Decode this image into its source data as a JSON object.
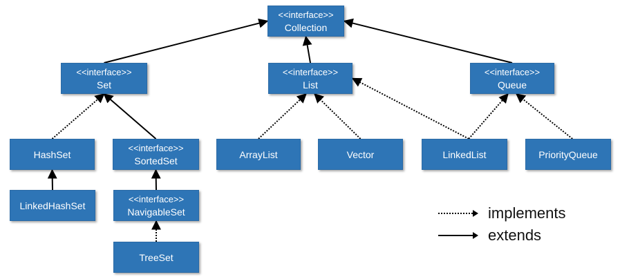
{
  "nodes": {
    "collection": {
      "stereotype": "<<interface>>",
      "name": "Collection"
    },
    "set": {
      "stereotype": "<<interface>>",
      "name": "Set"
    },
    "list": {
      "stereotype": "<<interface>>",
      "name": "List"
    },
    "queue": {
      "stereotype": "<<interface>>",
      "name": "Queue"
    },
    "hashset": {
      "name": "HashSet"
    },
    "sortedset": {
      "stereotype": "<<interface>>",
      "name": "SortedSet"
    },
    "arraylist": {
      "name": "ArrayList"
    },
    "vector": {
      "name": "Vector"
    },
    "linkedlist": {
      "name": "LinkedList"
    },
    "priorityqueue": {
      "name": "PriorityQueue"
    },
    "linkedhashset": {
      "name": "LinkedHashSet"
    },
    "navigableset": {
      "stereotype": "<<interface>>",
      "name": "NavigableSet"
    },
    "treeset": {
      "name": "TreeSet"
    }
  },
  "edges": [
    {
      "from": "set",
      "to": "collection",
      "kind": "extends"
    },
    {
      "from": "list",
      "to": "collection",
      "kind": "extends"
    },
    {
      "from": "queue",
      "to": "collection",
      "kind": "extends"
    },
    {
      "from": "hashset",
      "to": "set",
      "kind": "implements"
    },
    {
      "from": "sortedset",
      "to": "set",
      "kind": "extends"
    },
    {
      "from": "arraylist",
      "to": "list",
      "kind": "implements"
    },
    {
      "from": "vector",
      "to": "list",
      "kind": "implements"
    },
    {
      "from": "linkedlist",
      "to": "list",
      "kind": "implements"
    },
    {
      "from": "linkedlist",
      "to": "queue",
      "kind": "implements"
    },
    {
      "from": "priorityqueue",
      "to": "queue",
      "kind": "implements"
    },
    {
      "from": "linkedhashset",
      "to": "hashset",
      "kind": "extends"
    },
    {
      "from": "navigableset",
      "to": "sortedset",
      "kind": "extends"
    },
    {
      "from": "treeset",
      "to": "navigableset",
      "kind": "implements"
    }
  ],
  "legend": {
    "implements": "implements",
    "extends": "extends"
  },
  "colors": {
    "box": "#2e75b6",
    "text": "#ffffff",
    "line": "#000000"
  }
}
